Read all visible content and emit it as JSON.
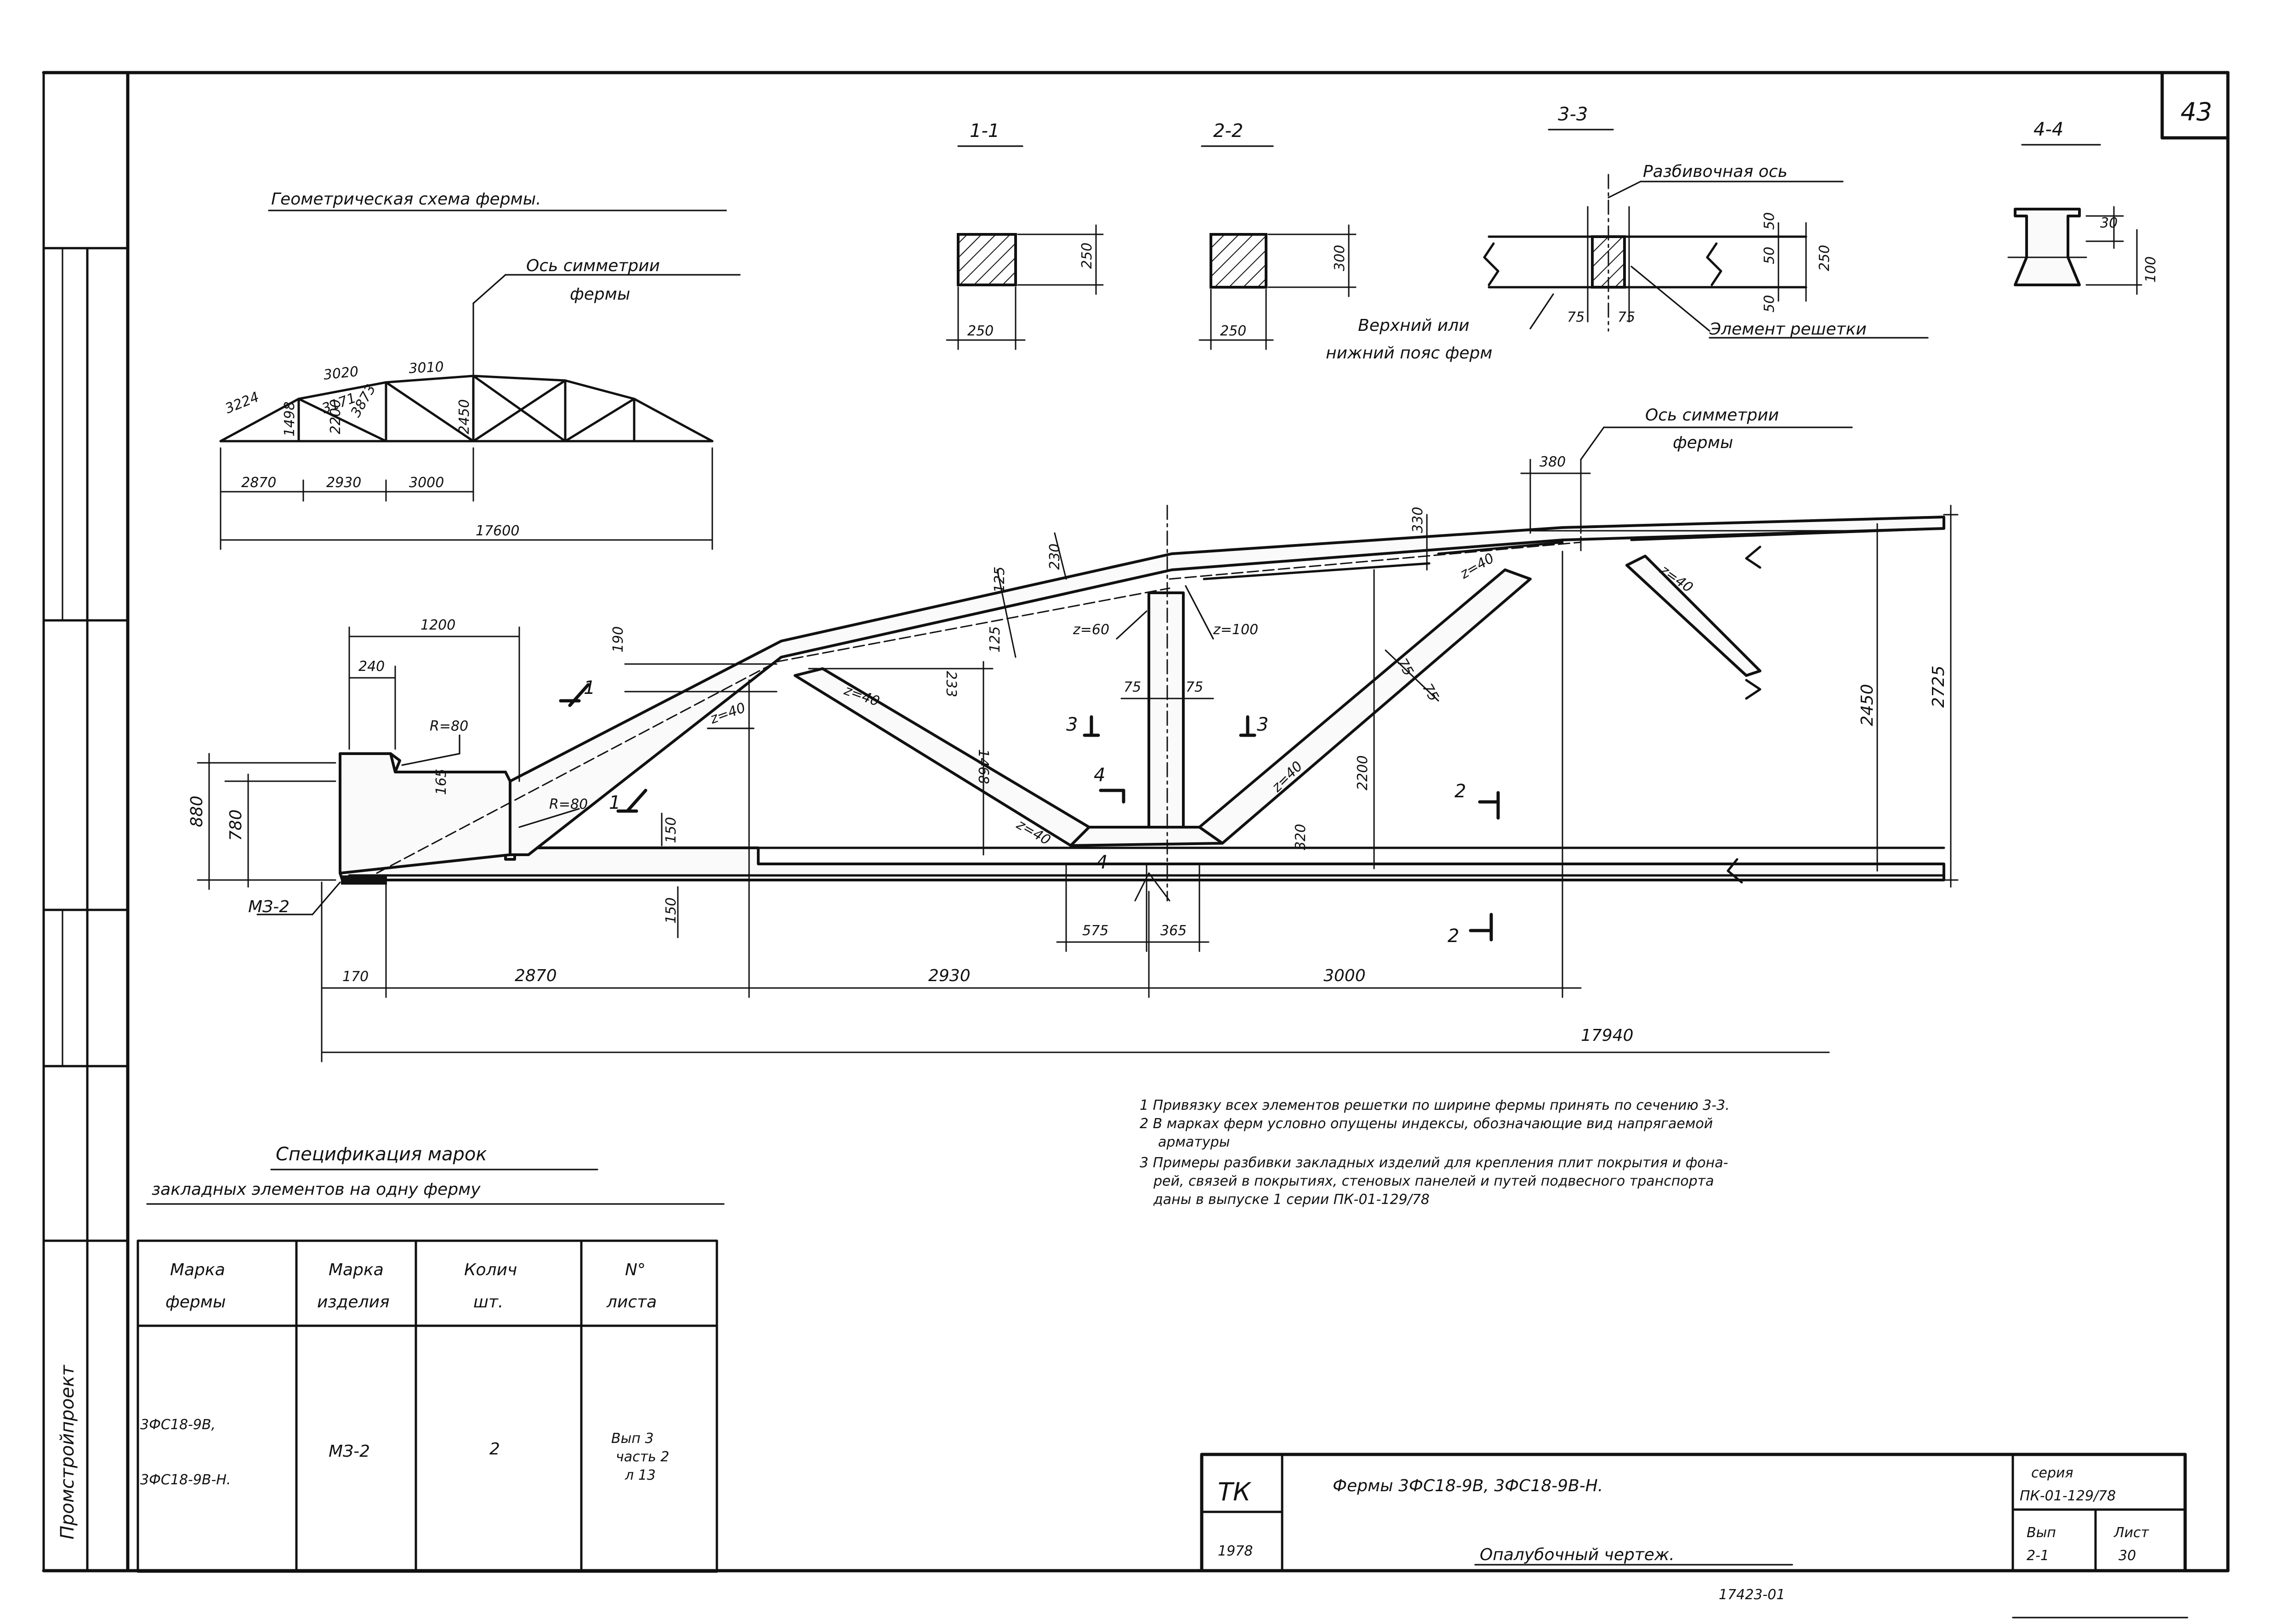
{
  "sheet": {
    "number": "43",
    "side_stamp": "Промстройпроект",
    "footer_code": "17423-01"
  },
  "schema": {
    "title": "Геометрическая схема фермы.",
    "axis_label_1": "Ось симметрии",
    "axis_label_2": "фермы",
    "lengths": [
      "3224",
      "3020",
      "3010",
      "3171",
      "3873"
    ],
    "heights": [
      "1498",
      "2200",
      "2450"
    ],
    "panels": [
      "2870",
      "2930",
      "3000"
    ],
    "span": "17600"
  },
  "sections": {
    "s11": {
      "title": "1-1",
      "width": "250",
      "height": "250"
    },
    "s22": {
      "title": "2-2",
      "width": "250",
      "height": "300"
    },
    "s33": {
      "title": "3-3",
      "axis_label": "Разбивочная ось",
      "dims": [
        "50",
        "50",
        "50",
        "250",
        "75",
        "75"
      ],
      "chord_label_1": "Верхний или",
      "chord_label_2": "нижний пояс ферм",
      "element_label": "Элемент решетки"
    },
    "s44": {
      "title": "4-4",
      "dims": [
        "30",
        "100"
      ]
    }
  },
  "truss": {
    "axis_label_1": "Ось симметрии",
    "axis_label_2": "фермы",
    "dims": {
      "d1200": "1200",
      "d240": "240",
      "d880": "880",
      "d780": "780",
      "d165": "165",
      "d190": "190",
      "d150a": "150",
      "d150b": "150",
      "d125a": "125",
      "d125b": "125",
      "d230": "230",
      "d330": "330",
      "d380": "380",
      "d1468": "1468",
      "d233": "233",
      "d75a": "75",
      "d75b": "75",
      "d75c": "75",
      "d75d": "75",
      "d2200": "2200",
      "d2450": "2450",
      "d2725": "2725",
      "d575": "575",
      "d365": "365",
      "d320": "320",
      "d170": "170",
      "d2870": "2870",
      "d2930": "2930",
      "d3000": "3000",
      "d17940": "17940"
    },
    "radii": {
      "r80a": "R=80",
      "r80b": "R=80",
      "z40a": "z=40",
      "z40b": "z=40",
      "z40c": "z=40",
      "z40d": "z=40",
      "z40e": "z=40",
      "z40f": "z=40",
      "z60": "z=60",
      "z100": "z=100"
    },
    "cuts": {
      "c1a": "1",
      "c1b": "1",
      "c2a": "2",
      "c2b": "2",
      "c3a": "3",
      "c3b": "3",
      "c4a": "4",
      "c4b": "4"
    },
    "embedded_mark": "МЗ-2"
  },
  "notes": [
    "1 Привязку всех элементов решетки по ширине фермы принять по сечению 3-3.",
    "2 В марках ферм условно опущены индексы, обозначающие вид напрягаемой",
    "арматуры",
    "3 Примеры разбивки закладных изделий для крепления плит покрытия и фона-",
    "рей, связей в покрытиях, стеновых панелей и путей подвесного транспорта",
    "даны в выпуске 1 серии ПК-01-129/78"
  ],
  "spec": {
    "title_1": "Спецификация марок",
    "title_2": "закладных элементов на одну ферму",
    "headers": [
      [
        "Марка",
        "фермы"
      ],
      [
        "Марка",
        "изделия"
      ],
      [
        "Колич",
        "шт."
      ],
      [
        "N°",
        "листа"
      ]
    ],
    "rows": [
      {
        "truss": [
          "3ФС18-9В,",
          "3ФС18-9В-Н."
        ],
        "item": "МЗ-2",
        "qty": "2",
        "sheet": [
          "Вып 3",
          "часть 2",
          "л 13"
        ]
      }
    ]
  },
  "title_block": {
    "org": "ТК",
    "year": "1978",
    "name": "Фермы 3ФС18-9В, 3ФС18-9В-Н.",
    "subtitle": "Опалубочный чертеж.",
    "series_label": "серия",
    "series": "ПК-01-129/78",
    "issue_label": "Вып",
    "issue": "2-1",
    "sheet_label": "Лист",
    "sheet": "30"
  }
}
